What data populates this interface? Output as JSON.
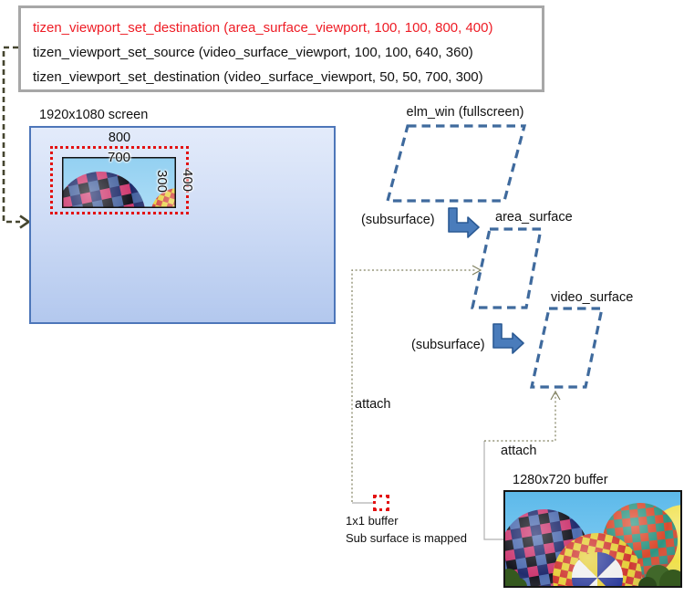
{
  "code_box": {
    "lines": [
      {
        "text": "tizen_viewport_set_destination (area_surface_viewport, 100, 100, 800, 400)",
        "emphasis": "red"
      },
      {
        "text": "tizen_viewport_set_source (video_surface_viewport, 100, 100, 640, 360)",
        "emphasis": "normal"
      },
      {
        "text": "tizen_viewport_set_destination (video_surface_viewport, 50, 50, 700, 300)",
        "emphasis": "normal"
      }
    ]
  },
  "screen": {
    "title": "1920x1080 screen",
    "area_width_label": "800",
    "area_height_label": "400",
    "video_width_label": "700",
    "video_height_label": "300"
  },
  "pipeline": {
    "elm_win_label": "elm_win (fullscreen)",
    "subsurface_label_1": "(subsurface)",
    "area_surface_label": "area_surface",
    "subsurface_label_2": "(subsurface)",
    "video_surface_label": "video_surface",
    "attach_label_1": "attach",
    "attach_label_2": "attach"
  },
  "buffers": {
    "small_label": "1x1 buffer",
    "small_caption": "Sub surface is mapped",
    "large_label": "1280x720 buffer",
    "large_image": "hot-air-balloons-photo",
    "thumbnail_image": "hot-air-balloons-photo-crop"
  },
  "colors": {
    "highlight_red": "#ee1c25",
    "viewport_dotted_red": "#e31212",
    "surface_dash_blue": "#3f6a9d",
    "elbow_arrow_blue": "#4a7cbb",
    "screen_border_blue": "#4d76b9",
    "screen_gradient_top": "#e3ebfa",
    "screen_gradient_bottom": "#b3c8ee",
    "code_box_border": "#a7a7a7",
    "result_dash_olive": "#45452f",
    "attach_line": "#80805f"
  }
}
